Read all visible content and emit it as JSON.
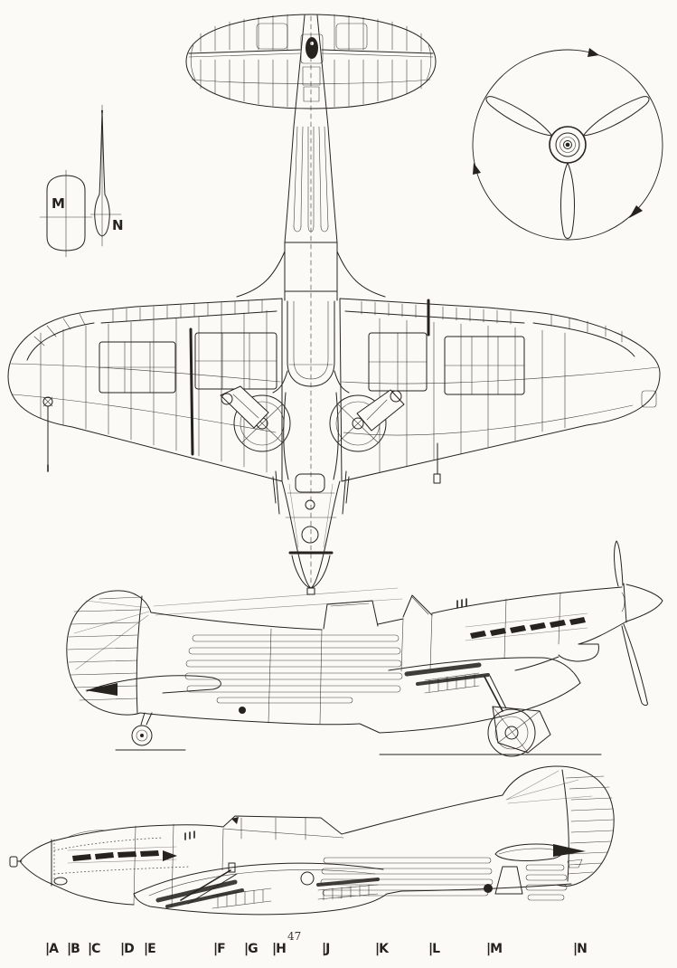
{
  "page": {
    "page_number": "47",
    "paper_color": "#fbfaf7",
    "ink_color": "#26231e"
  },
  "cross_sections": {
    "label_m": "M",
    "label_n": "N"
  },
  "footer_markers": {
    "items": [
      "|A",
      "|B",
      "|C",
      "|D",
      "|E",
      "|F",
      "|G",
      "|H",
      "|J",
      "|K",
      "|L",
      "|M",
      "|N"
    ]
  }
}
